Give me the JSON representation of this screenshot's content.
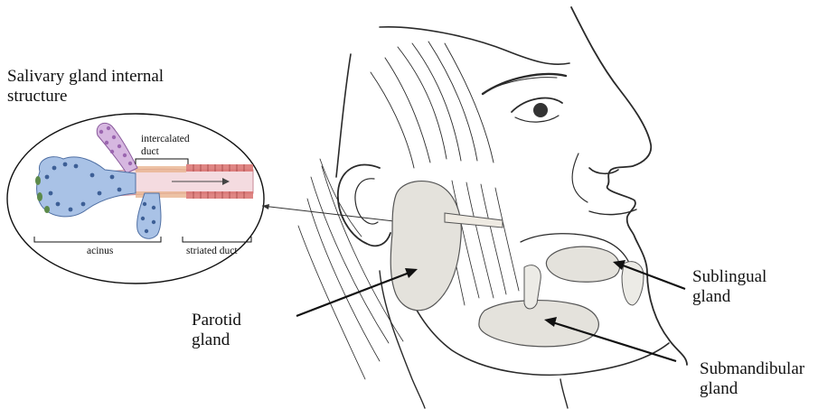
{
  "labels": {
    "inset_title_line1": "Salivary gland internal",
    "inset_title_line2": "structure",
    "intercalated_line1": "intercalated",
    "intercalated_line2": "duct",
    "acinus": "acinus",
    "striated_duct": "striated duct",
    "parotid_line1": "Parotid",
    "parotid_line2": "gland",
    "sublingual_line1": "Sublingual",
    "sublingual_line2": "gland",
    "submandibular_line1": "Submandibular",
    "submandibular_line2": "gland"
  },
  "colors": {
    "acinus_blue": "#7fa6d6",
    "duct_pink": "#f2c8cf",
    "striated_red": "#d9716e",
    "acinus_purple": "#b68ac6",
    "gland_fill": "#e4e2dc",
    "line": "#1a1a1a"
  }
}
